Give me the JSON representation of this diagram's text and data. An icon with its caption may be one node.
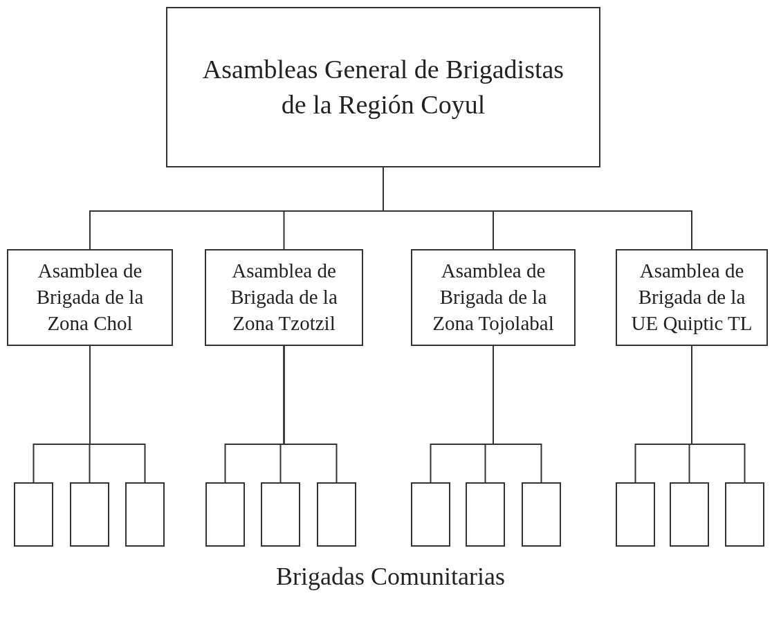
{
  "diagram": {
    "nodes": [
      {
        "text": [
          "Asambleas General de Brigadistas de la Región Coyul"
        ]
      },
      {
        "text": [
          "Asamblea de Brigada de la Zona Chol"
        ]
      },
      {
        "text": [
          "Asamblea de Brigada de la Zona Tzotzil"
        ]
      },
      {
        "text": [
          "Asamblea de Brigada de la Zona Tojolabal"
        ]
      },
      {
        "text": [
          "Asamblea de Brigada de la UE Quiptic TL"
        ]
      },
      {
        "text": [],
        "shape": "box"
      },
      {
        "text": [],
        "shape": "box"
      },
      {
        "text": [],
        "shape": "box"
      },
      {
        "text": [],
        "shape": "box"
      },
      {
        "text": [],
        "shape": "box"
      },
      {
        "text": [],
        "shape": "box"
      },
      {
        "text": [],
        "shape": "box"
      },
      {
        "text": [],
        "shape": "box"
      },
      {
        "text": [],
        "shape": "box"
      },
      {
        "text": [],
        "shape": "box"
      },
      {
        "text": [],
        "shape": "box"
      },
      {
        "text": [],
        "shape": "box"
      }
    ],
    "edges": [
      {
        "from": 0,
        "to": 1,
        "arrow": "none"
      },
      {
        "from": 0,
        "to": 2,
        "arrow": "none"
      },
      {
        "from": 0,
        "to": 3,
        "arrow": "none"
      },
      {
        "from": 0,
        "to": 4,
        "arrow": "none"
      },
      {
        "from": 1,
        "to": 5,
        "arrow": "none"
      },
      {
        "from": 1,
        "to": 6,
        "arrow": "none"
      },
      {
        "from": 1,
        "to": 7,
        "arrow": "none"
      },
      {
        "from": 2,
        "to": 8,
        "arrow": "none"
      },
      {
        "from": 2,
        "to": 9,
        "arrow": "none"
      },
      {
        "from": 2,
        "to": 10,
        "arrow": "none"
      },
      {
        "from": 3,
        "to": 11,
        "arrow": "none"
      },
      {
        "from": 3,
        "to": 12,
        "arrow": "none"
      },
      {
        "from": 3,
        "to": 13,
        "arrow": "none"
      },
      {
        "from": 4,
        "to": 14,
        "arrow": "none"
      },
      {
        "from": 4,
        "to": 15,
        "arrow": "none"
      },
      {
        "from": 4,
        "to": 16,
        "arrow": "none"
      }
    ],
    "labels": [
      "Brigadas Comunitarias"
    ]
  }
}
